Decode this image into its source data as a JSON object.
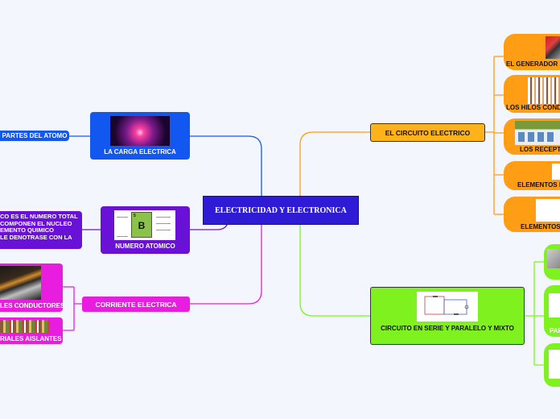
{
  "center": {
    "title": "ELECTRICIDAD Y ELECTRONICA"
  },
  "left": {
    "carga": {
      "title": "LA CARGA ELECTRICA",
      "child": "PARTES DEL ATOMO"
    },
    "numero": {
      "title": "NUMERO ATOMICO",
      "element_symbol": "B",
      "element_number": "5",
      "description_lines": [
        "CO ES EL NUMERO TOTAL",
        " COMPONEN EL NUCLEO",
        "EMENTO QUIMICO",
        "LE DENOTRASE CON LA"
      ]
    },
    "corriente": {
      "title": "CORRIENTE ELECTRICA",
      "children": [
        "LES CONDUCTORES",
        "RIALES AISLANTES"
      ]
    }
  },
  "right": {
    "circuito": {
      "title": "EL CIRCUITO ELECTRICO",
      "children": [
        "EL GENERADOR D",
        "LOS HILOS COND",
        "LOS RECEPTO",
        "ELEMENTOS D",
        "ELEMENTOS D"
      ]
    },
    "serie": {
      "title": "CIRCUITO EN SERIE Y PARALELO Y MIXTO",
      "children": [
        "",
        "PAR",
        ""
      ]
    }
  },
  "colors": {
    "center": "#2f1bd6",
    "blue": "#1157f0",
    "purple": "#6a11d8",
    "magenta": "#e81de0",
    "orange": "#ff9d14",
    "yellow": "#ffb21a",
    "green": "#7ef11e"
  }
}
